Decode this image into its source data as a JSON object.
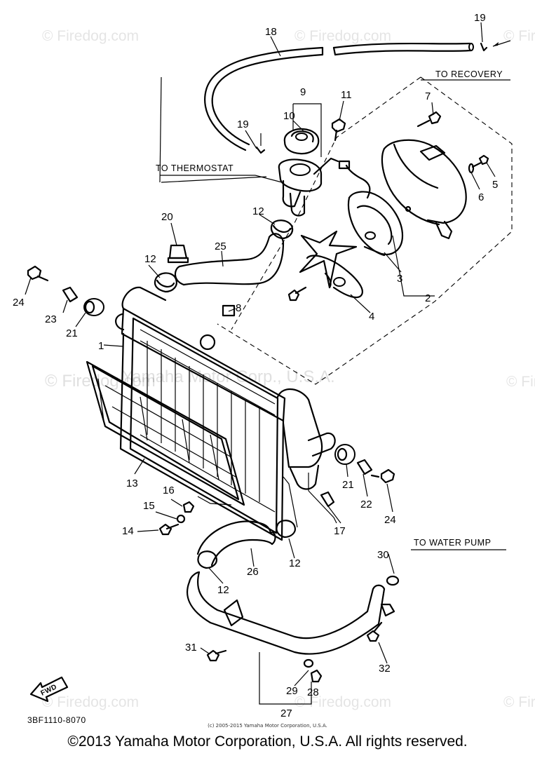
{
  "watermarks": {
    "firedog": "© Firedog.com",
    "center": "Yamaha Motor Corp., U.S.A."
  },
  "notes": {
    "to_recovery": "TO RECOVERY",
    "to_thermostat": "TO THERMOSTAT",
    "to_water_pump": "TO WATER PUMP"
  },
  "callouts": {
    "c1": "1",
    "c2": "2",
    "c3": "3",
    "c4": "4",
    "c5": "5",
    "c6": "6",
    "c7": "7",
    "c8": "8",
    "c9": "9",
    "c10": "10",
    "c11": "11",
    "c12a": "12",
    "c12b": "12",
    "c12c": "12",
    "c12d": "12",
    "c13": "13",
    "c14": "14",
    "c15": "15",
    "c16": "16",
    "c17": "17",
    "c18": "18",
    "c19a": "19",
    "c19b": "19",
    "c20": "20",
    "c21a": "21",
    "c21b": "21",
    "c22": "22",
    "c23": "23",
    "c24a": "24",
    "c24b": "24",
    "c25": "25",
    "c26": "26",
    "c27": "27",
    "c28": "28",
    "c29": "29",
    "c30": "30",
    "c31": "31",
    "c32": "32"
  },
  "fwd_label": "FWD",
  "ref_code": "3BF1110-8070",
  "small_copyright": "(c) 2005-2015 Yamaha Motor Corporation, U.S.A.",
  "copyright": "©2013 Yamaha Motor Corporation, U.S.A. All rights reserved."
}
